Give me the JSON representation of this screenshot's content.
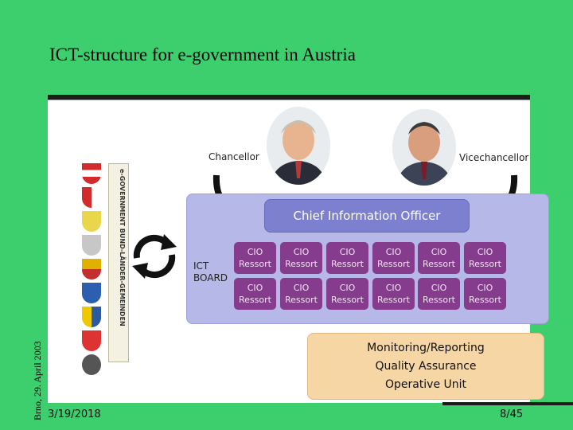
{
  "slide": {
    "title": "ICT-structure for e-government in Austria",
    "side_text": "Brno, 29. April 2003",
    "date": "3/19/2018",
    "page": "8/45"
  },
  "diagram": {
    "chancellor_label": "Chancellor",
    "vicechancellor_label": "Vicechancellor",
    "cio_label": "Chief Information Officer",
    "cell_line1": "CIO",
    "cell_line2": "Ressort",
    "ict_board": [
      "ICT",
      "BOARD"
    ],
    "monitoring": [
      "Monitoring/Reporting",
      "Quality Assurance",
      "Operative Unit"
    ],
    "logo_text": "e-GOVERNMENT BUND-LÄNDER-GEMEINDEN"
  },
  "colors": {
    "slide_bg": "#3dce6e",
    "panel_blue": "#b6b9e8",
    "cio_head": "#7c80cf",
    "cio_cell": "#863c8d",
    "monitoring_box": "#f6d6a4"
  }
}
